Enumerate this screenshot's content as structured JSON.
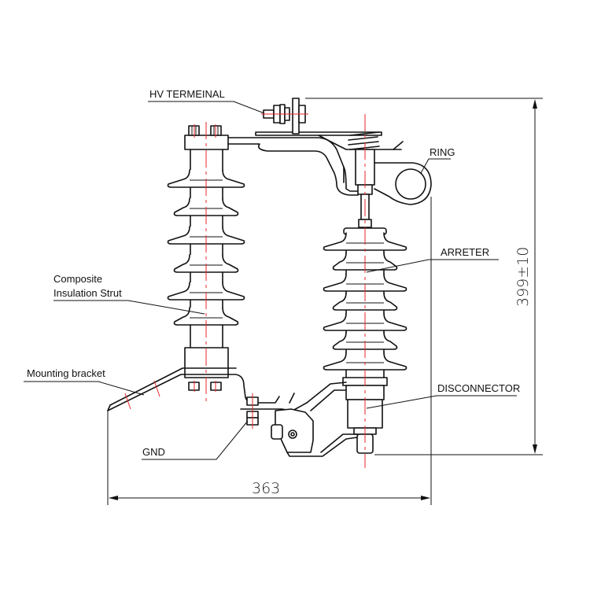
{
  "diagram": {
    "title": "Drop-out type surge arrester with composite insulation strut",
    "labels": {
      "hv_terminal": "HV TERMEINAL",
      "ring": "RING",
      "composite_strut_line1": "Composite",
      "composite_strut_line2": "Insulation Strut",
      "arrester": "ARRETER",
      "mounting_bracket": "Mounting bracket",
      "disconnector": "DISCONNECTOR",
      "gnd": "GND"
    },
    "dimensions": {
      "height": "399±10",
      "width": "363"
    },
    "colors": {
      "line": "#111111",
      "centerline": "#e8262a",
      "background": "#ffffff"
    }
  }
}
